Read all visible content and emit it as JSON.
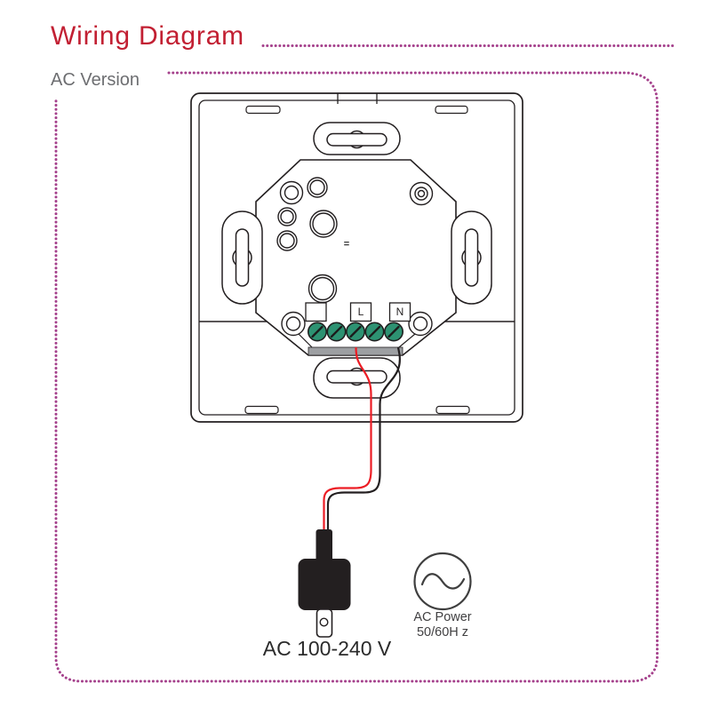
{
  "header": {
    "title": "Wiring Diagram",
    "subtitle": "AC Version"
  },
  "device": {
    "terminal_l_label": "L",
    "terminal_n_label": "N",
    "equals_mark": "=",
    "terminal_screw_count": 5
  },
  "plug": {
    "voltage_label": "AC 100-240 V"
  },
  "ac_power": {
    "name": "AC Power",
    "frequency": "50/60H z"
  },
  "colors": {
    "title_red": "#C22033",
    "dotted_magenta": "#A5418C",
    "subtitle_gray": "#6D6E71",
    "line_black": "#231F20",
    "terminal_green": "#2D9272",
    "wire_red": "#EC1C24",
    "bar_gray": "#9D9FA2"
  }
}
